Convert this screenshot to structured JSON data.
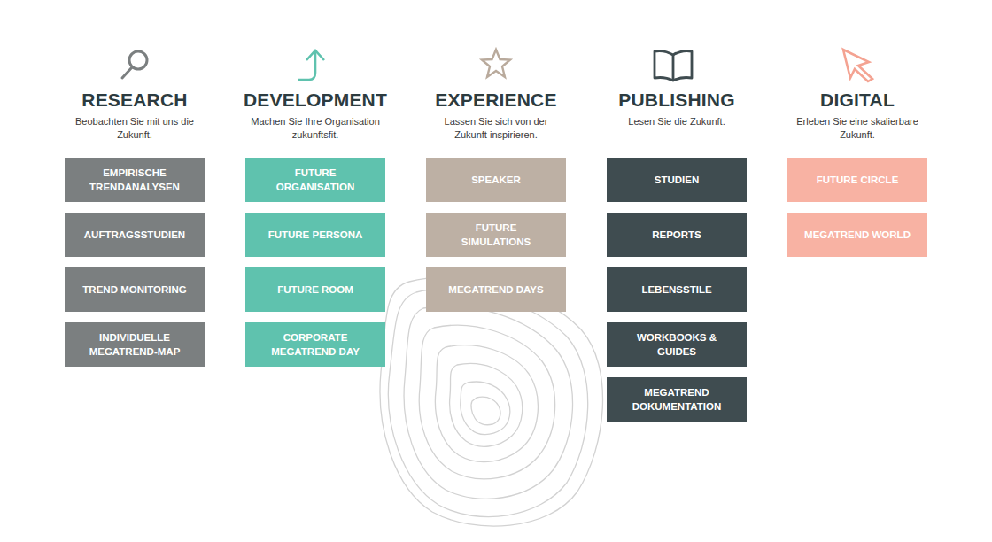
{
  "diagram": {
    "nodes": [
      {
        "text": [
          "EMPIRISCHE TRENDANALYSEN"
        ]
      },
      {
        "text": [
          "AUFTRAGSSTUDIEN"
        ]
      },
      {
        "text": [
          "TREND MONITORING"
        ]
      },
      {
        "text": [
          "INDIVIDUELLE MEGATREND-MAP"
        ]
      },
      {
        "text": [
          "FUTURE ORGANISATION"
        ]
      },
      {
        "text": [
          "FUTURE PERSONA"
        ]
      },
      {
        "text": [
          "FUTURE ROOM"
        ]
      },
      {
        "text": [
          "CORPORATE MEGATREND DAY"
        ]
      },
      {
        "text": [
          "SPEAKER"
        ]
      },
      {
        "text": [
          "FUTURE SIMULATIONS"
        ]
      },
      {
        "text": [
          "MEGATREND DAYS"
        ]
      },
      {
        "text": [
          "STUDIEN"
        ]
      },
      {
        "text": [
          "REPORTS"
        ]
      },
      {
        "text": [
          "LEBENSSTILE"
        ]
      },
      {
        "text": [
          "WORKBOOKS & GUIDES"
        ]
      },
      {
        "text": [
          "MEGATREND DOKUMENTATION"
        ]
      },
      {
        "text": [
          "FUTURE CIRCLE"
        ]
      },
      {
        "text": [
          "MEGATREND WORLD"
        ]
      }
    ],
    "labels": [
      "RESEARCH",
      "Beobachten Sie mit uns die Zukunft.",
      "DEVELOPMENT",
      "Machen Sie Ihre Organisation zukunftsfit.",
      "EXPERIENCE",
      "Lassen Sie sich von der Zukunft inspirieren.",
      "PUBLISHING",
      "Lesen Sie die Zukunft.",
      "DIGITAL",
      "Erleben Sie eine skalierbare Zukunft."
    ]
  }
}
